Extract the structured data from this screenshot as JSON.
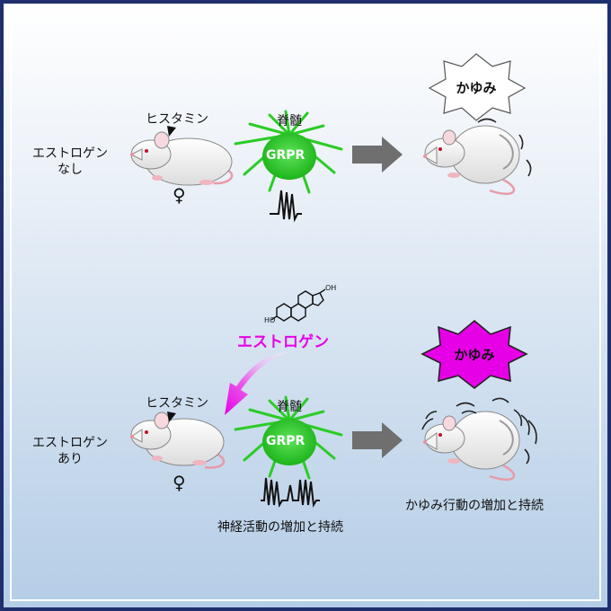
{
  "top": {
    "condition": "エストロゲン\nなし",
    "histamine": "ヒスタミン",
    "spinal_cord": "脊髄",
    "grpr": "GRPR",
    "itch": "かゆみ",
    "female_symbol": "♀"
  },
  "bottom": {
    "condition": "エストロゲン\nあり",
    "estrogen": "エストロゲン",
    "histamine": "ヒスタミン",
    "spinal_cord": "脊髄",
    "grpr": "GRPR",
    "itch": "かゆみ",
    "female_symbol": "♀",
    "neural_caption": "神経活動の増加と持続",
    "behavior_caption": "かゆみ行動の増加と持続"
  },
  "molecule_labels": {
    "oh_top": "OH",
    "oh_bottom": "HO"
  },
  "colors": {
    "estrogen_magenta": "#e600e6",
    "grpr_green": "#22c81e",
    "arrow_gray": "#6f6f6f",
    "frame_navy": "#1f2f6e"
  }
}
